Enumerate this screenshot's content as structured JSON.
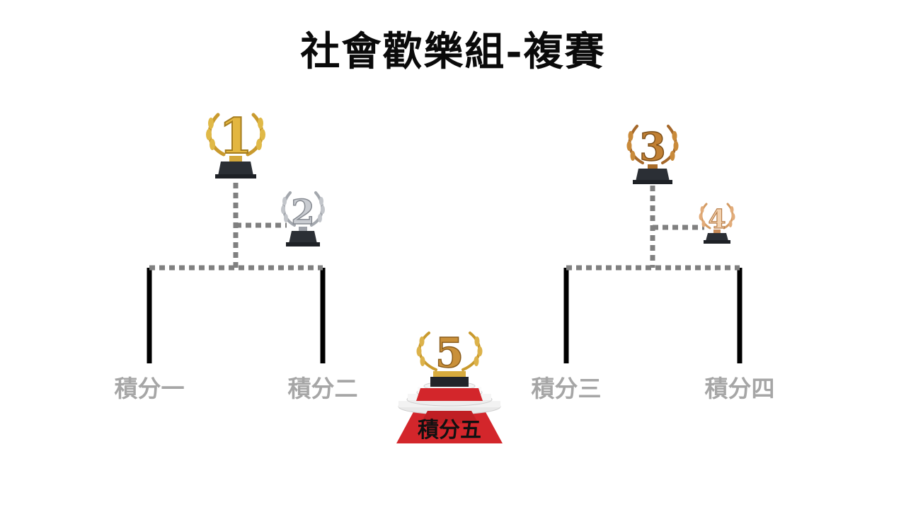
{
  "title": "社會歡樂組-複賽",
  "trophies": [
    {
      "rank": "1",
      "tier": "gold"
    },
    {
      "rank": "2",
      "tier": "silver"
    },
    {
      "rank": "3",
      "tier": "bronze"
    },
    {
      "rank": "4",
      "tier": "copper"
    },
    {
      "rank": "5",
      "tier": "champion"
    }
  ],
  "scores": [
    {
      "label": "積分一"
    },
    {
      "label": "積分二"
    },
    {
      "label": "積分三"
    },
    {
      "label": "積分四"
    },
    {
      "label": "積分五"
    }
  ],
  "colors": {
    "title": "#0a0a0a",
    "score_text": "#a6a6a6",
    "final_text": "#111111",
    "solid_line": "#000000",
    "dotted_line": "#808080",
    "gold": "#d8ad3a",
    "silver": "#b9bcc2",
    "bronze": "#b8782f",
    "copper": "#d79a6a",
    "carpet": "#d3262b",
    "trophy_base": "#2b2f35"
  },
  "icons": {
    "trophy": "trophy-icon",
    "laurel": "laurel-wreath-icon",
    "podium": "podium-stairs-icon"
  }
}
